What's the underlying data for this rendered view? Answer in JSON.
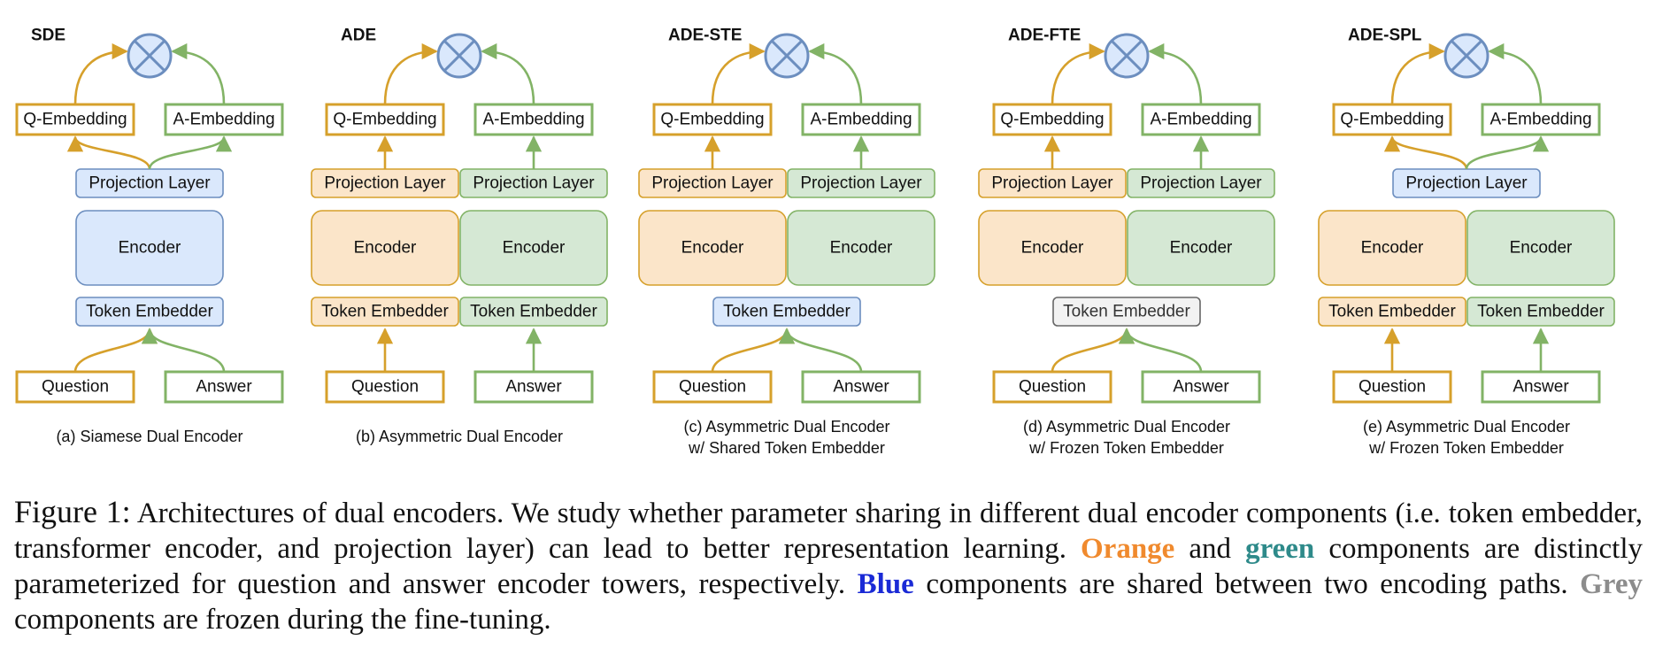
{
  "colors": {
    "orange_stroke": "#d6a02b",
    "orange_fill": "#fbe5c9",
    "green_stroke": "#82b366",
    "green_fill": "#d5e8d4",
    "blue_stroke": "#6c8ebf",
    "blue_fill": "#dae8fc",
    "grey_stroke": "#666666",
    "grey_fill": "#f2f2f2",
    "caption_orange": "#f08a2e",
    "caption_green": "#2e8a8a",
    "caption_blue": "#1a2ad6",
    "caption_grey": "#8c8c8c"
  },
  "labels": {
    "q_embedding": "Q-Embedding",
    "a_embedding": "A-Embedding",
    "projection": "Projection Layer",
    "encoder": "Encoder",
    "token_embedder": "Token Embedder",
    "question": "Question",
    "answer": "Answer"
  },
  "panels": [
    {
      "id": "sde",
      "tag": "SDE",
      "caption": [
        "(a) Siamese Dual Encoder"
      ],
      "projection": "shared",
      "encoder": "shared",
      "token_embedder": "shared"
    },
    {
      "id": "ade",
      "tag": "ADE",
      "caption": [
        "(b) Asymmetric Dual Encoder"
      ],
      "projection": "split",
      "encoder": "split",
      "token_embedder": "split"
    },
    {
      "id": "ade-ste",
      "tag": "ADE-STE",
      "caption": [
        "(c) Asymmetric Dual Encoder",
        "w/ Shared Token Embedder"
      ],
      "projection": "split",
      "encoder": "split",
      "token_embedder": "shared"
    },
    {
      "id": "ade-fte",
      "tag": "ADE-FTE",
      "caption": [
        "(d) Asymmetric Dual Encoder",
        "w/ Frozen Token Embedder"
      ],
      "projection": "split",
      "encoder": "split",
      "token_embedder": "frozen"
    },
    {
      "id": "ade-spl",
      "tag": "ADE-SPL",
      "caption": [
        "(e) Asymmetric Dual Encoder",
        "w/ Frozen Token Embedder"
      ],
      "projection": "shared",
      "encoder": "split",
      "token_embedder": "split"
    }
  ],
  "figure_caption": {
    "label": "Figure 1:",
    "text1": " Architectures of dual encoders. We study whether parameter sharing in different dual encoder components (i.e. token embedder, transformer encoder, and projection layer) can lead to better representation learning. ",
    "orange": "Orange",
    "text2": " and ",
    "green": "green",
    "text3": " components are distinctly parameterized for question and answer encoder towers, respectively. ",
    "blue": "Blue",
    "text4": " components are shared between two encoding paths. ",
    "grey": "Grey",
    "text5": " components are frozen during the fine-tuning."
  }
}
